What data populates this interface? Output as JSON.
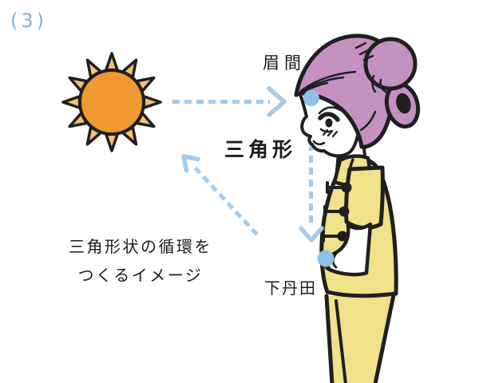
{
  "figure": {
    "step_label": "(3)"
  },
  "labels": {
    "brow_point": "眉間",
    "triangle": "三角形",
    "lower_dantian": "下丹田"
  },
  "caption": {
    "line1": "三角形状の循環を",
    "line2": "つくるイメージ"
  },
  "flow": {
    "style": "dashed-arrows",
    "arrows": [
      {
        "from": "sun",
        "to": "眉間"
      },
      {
        "from": "眉間",
        "to": "下丹田"
      },
      {
        "from": "下丹田",
        "to": "sun"
      }
    ]
  },
  "colors": {
    "background": "#ffffff",
    "accent-blue": "#a6cbe9",
    "dot-blue": "#8ec1e6",
    "label-blue": "#88b0d4",
    "text": "#1c1c1c",
    "outline": "#1f1f1f",
    "sun-core": "#f09930",
    "sun-ray": "#f6c173",
    "hair": "#c591c1",
    "outfit-yellow": "#efe28a",
    "skin": "#ffffff"
  }
}
